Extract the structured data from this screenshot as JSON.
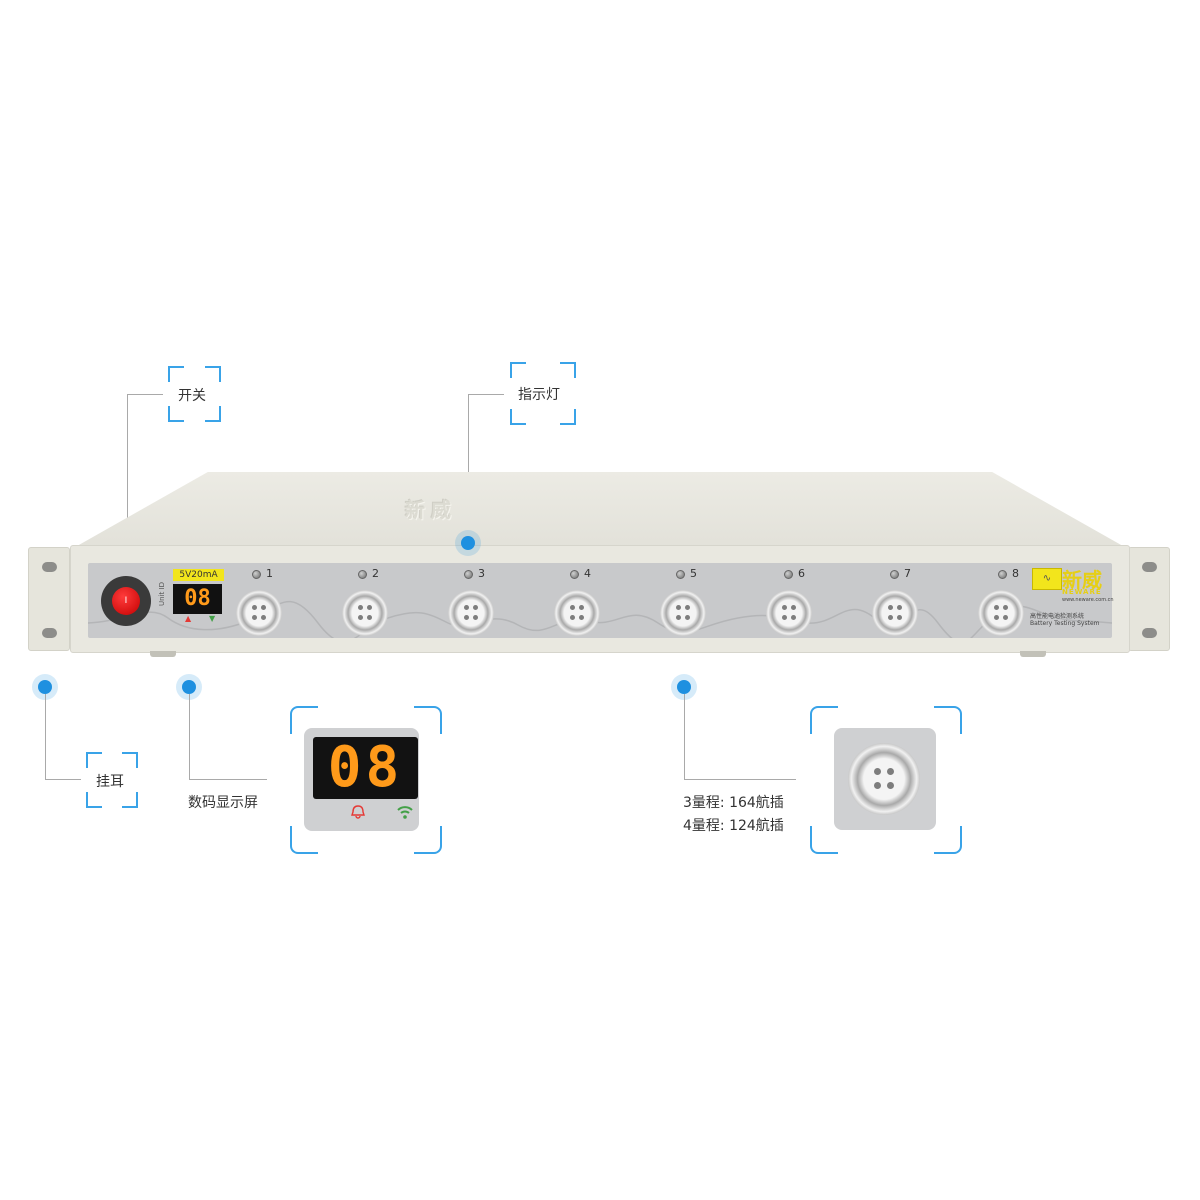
{
  "callouts": {
    "switch": "开关",
    "indicator": "指示灯",
    "ear": "挂耳",
    "display": "数码显示屏",
    "connector_line1": "3量程: 164航插",
    "connector_line2": "4量程: 124航插"
  },
  "device": {
    "emboss_text": "新威",
    "rating": "5V20mA",
    "unit_id_label": "Unit ID",
    "display_value": "08",
    "channels": [
      "1",
      "2",
      "3",
      "4",
      "5",
      "6",
      "7",
      "8"
    ],
    "brand_cn": "新威",
    "brand_en": "NEWARE",
    "brand_url": "www.neware.com.cn",
    "brand_sub_cn": "高性能电池检测系统",
    "brand_sub_en": "Battery Testing System"
  },
  "zoom_display": {
    "value": "08"
  },
  "icons": {
    "switch_on": "I",
    "switch_off": "O",
    "alarm": "bell-icon",
    "wireless": "wifi-icon"
  },
  "colors": {
    "accent": "#1e90e0",
    "display_digits": "#ff9a1a",
    "alarm_icon": "#e53935",
    "wireless_icon": "#43a047",
    "brand_yellow": "#e6cf15",
    "switch_red": "#d80000"
  }
}
